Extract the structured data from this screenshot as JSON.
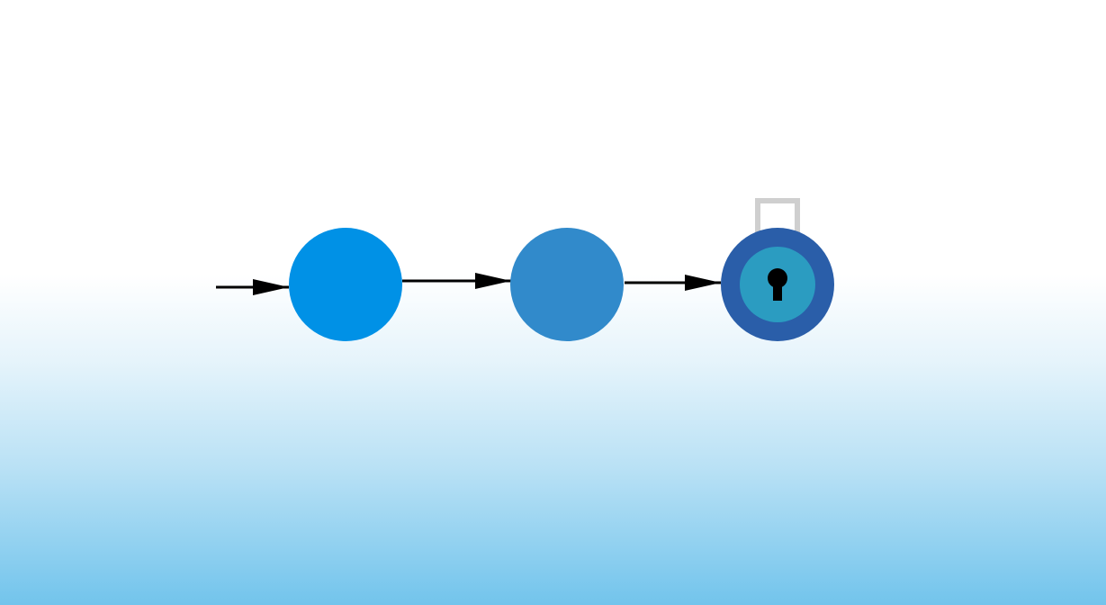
{
  "colors": {
    "start_node": "#0091e6",
    "middle_node": "#318acb",
    "lock_outer": "#2a5ea9",
    "lock_inner": "#2b9cc1",
    "lock_shackle": "#cfcfcf",
    "keyhole": "#000000",
    "arrow": "#000000"
  },
  "nodes": [
    {
      "id": "node-start",
      "kind": "plain"
    },
    {
      "id": "node-middle",
      "kind": "plain"
    },
    {
      "id": "node-goal",
      "kind": "locked",
      "icon": "padlock-icon"
    }
  ],
  "edges": [
    {
      "from": "entry",
      "to": "node-start"
    },
    {
      "from": "node-start",
      "to": "node-middle"
    },
    {
      "from": "node-middle",
      "to": "node-goal"
    }
  ]
}
